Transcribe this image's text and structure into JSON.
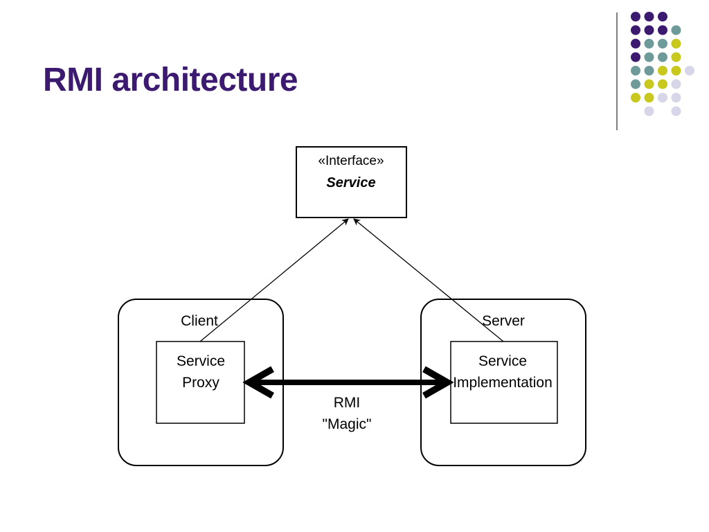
{
  "slide": {
    "title": "RMI architecture"
  },
  "colors": {
    "title": "#3B1A70",
    "dot_purple": "#3B1A70",
    "dot_teal": "#6E9A9A",
    "dot_yellow": "#C8C81E",
    "dot_lavender": "#D6D6E8",
    "divider": "#555555",
    "line": "#000000"
  },
  "decoration": {
    "dot_grid": [
      [
        "purple",
        "purple",
        "purple",
        null,
        null
      ],
      [
        "purple",
        "purple",
        "purple",
        "teal",
        null
      ],
      [
        "purple",
        "teal",
        "teal",
        "yellow",
        null
      ],
      [
        "purple",
        "teal",
        "teal",
        "yellow",
        null
      ],
      [
        "teal",
        "teal",
        "yellow",
        "yellow",
        "lavender"
      ],
      [
        "teal",
        "yellow",
        "yellow",
        "lavender",
        null
      ],
      [
        "yellow",
        "yellow",
        "lavender",
        "lavender",
        null
      ],
      [
        null,
        "lavender",
        null,
        "lavender",
        null
      ]
    ]
  },
  "diagram": {
    "interface": {
      "stereotype": "«Interface»",
      "name": "Service"
    },
    "client": {
      "label": "Client",
      "inner": [
        "Service",
        "Proxy"
      ]
    },
    "server": {
      "label": "Server",
      "inner": [
        "Service",
        "Implementation"
      ]
    },
    "connector": [
      "RMI",
      "\"Magic\""
    ]
  }
}
